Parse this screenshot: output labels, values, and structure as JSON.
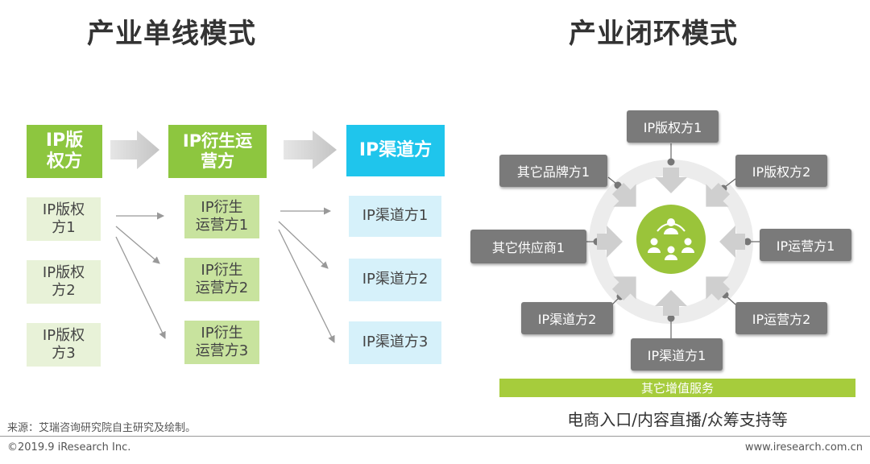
{
  "titles": {
    "left": "产业单线模式",
    "right": "产业闭环模式"
  },
  "left": {
    "headers": {
      "col1": "IP版\n权方",
      "col2": "IP衍生运\n营方",
      "col3": "IP渠道方"
    },
    "col1_items": [
      "IP版权\n方1",
      "IP版权\n方2",
      "IP版权\n方3"
    ],
    "col2_items": [
      "IP衍生\n运营方1",
      "IP衍生\n运营方2",
      "IP衍生\n运营方3"
    ],
    "col3_items": [
      "IP渠道方1",
      "IP渠道方2",
      "IP渠道方3"
    ]
  },
  "right": {
    "nodes": {
      "top": "IP版权方1",
      "top_right": "IP版权方2",
      "right": "IP运营方1",
      "bottom_right": "IP运营方2",
      "bottom": "IP渠道方1",
      "bottom_left": "IP渠道方2",
      "left": "其它供应商1",
      "top_left": "其它品牌方1"
    },
    "banner": "其它增值服务",
    "services": "电商入口/内容直播/众筹支持等"
  },
  "colors": {
    "lime": "#8dc63f",
    "cyan": "#1fc5ec",
    "gray": "#7a7a7a",
    "center": "#9ac43a",
    "banner": "#a6cc3c"
  },
  "icons": {
    "center": "people-cycle-icon"
  },
  "footer": {
    "source": "来源：艾瑞咨询研究院自主研究及绘制。",
    "copyright": "©2019.9 iResearch Inc.",
    "website": "www.iresearch.com.cn"
  }
}
